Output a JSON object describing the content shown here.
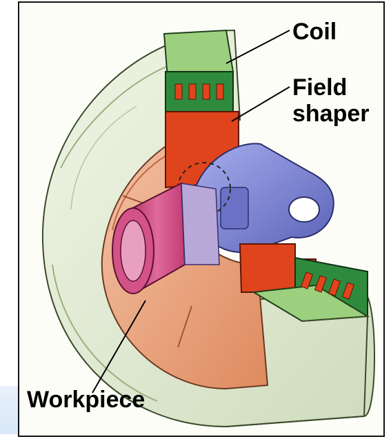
{
  "labels": {
    "coil": "Coil",
    "field_shaper": "Field shaper",
    "workpiece": "Workpiece"
  },
  "colors": {
    "coil_green": "#2e8b3d",
    "field_shaper_red": "#e0441c",
    "housing_cream": "#dfeacf",
    "inner_salmon": "#eba07a",
    "workpiece_pink": "#d2457e",
    "fitting_blue": "#7e86d6"
  },
  "icons": [
    "leader-line"
  ]
}
